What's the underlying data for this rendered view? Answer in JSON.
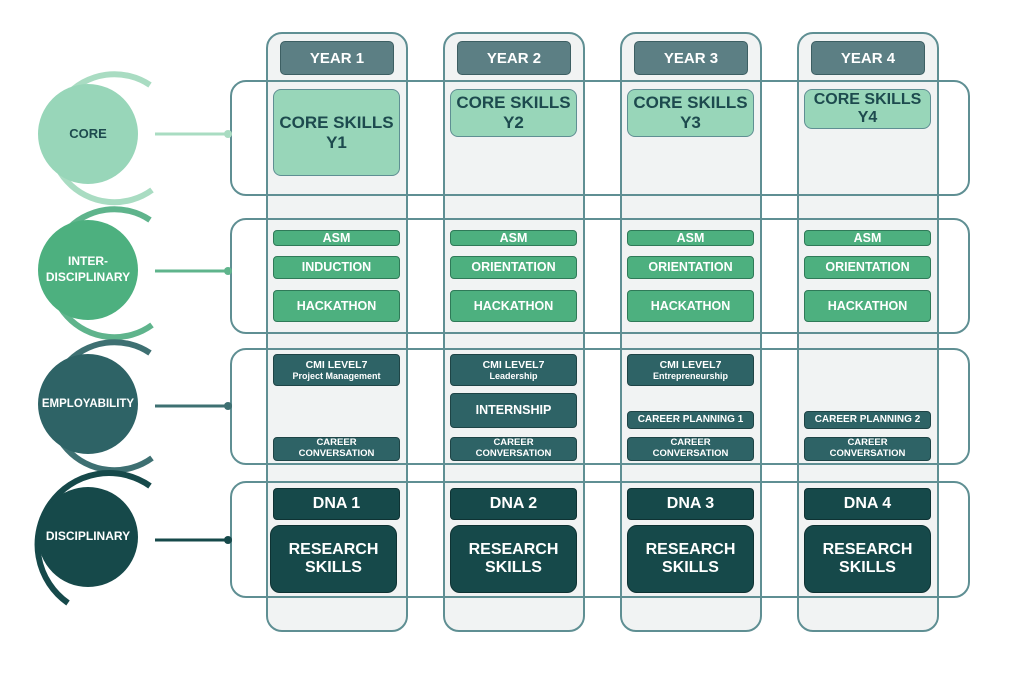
{
  "colors": {
    "core": "#98d6b9",
    "inter": "#4db07f",
    "employability": "#2e6366",
    "disciplinary": "#16494a",
    "year_header": "#5c7f84"
  },
  "rows": {
    "core": "CORE",
    "inter_line1": "INTER-",
    "inter_line2": "DISCIPLINARY",
    "employability": "EMPLOYABILITY",
    "disciplinary": "DISCIPLINARY"
  },
  "years": [
    {
      "header": "YEAR 1",
      "core_l1": "CORE SKILLS",
      "core_l2": "Y1",
      "asm": "ASM",
      "inter2": "INDUCTION",
      "hackathon": "HACKATHON",
      "cmi_title": "CMI LEVEL7",
      "cmi_sub": "Project Management",
      "internship": "",
      "career_planning": "",
      "cc_l1": "CAREER",
      "cc_l2": "CONVERSATION",
      "dna": "DNA 1",
      "rs_l1": "RESEARCH",
      "rs_l2": "SKILLS"
    },
    {
      "header": "YEAR 2",
      "core_l1": "CORE SKILLS",
      "core_l2": "Y2",
      "asm": "ASM",
      "inter2": "ORIENTATION",
      "hackathon": "HACKATHON",
      "cmi_title": "CMI LEVEL7",
      "cmi_sub": "Leadership",
      "internship": "INTERNSHIP",
      "career_planning": "",
      "cc_l1": "CAREER",
      "cc_l2": "CONVERSATION",
      "dna": "DNA 2",
      "rs_l1": "RESEARCH",
      "rs_l2": "SKILLS"
    },
    {
      "header": "YEAR 3",
      "core_l1": "CORE SKILLS",
      "core_l2": "Y3",
      "asm": "ASM",
      "inter2": "ORIENTATION",
      "hackathon": "HACKATHON",
      "cmi_title": "CMI LEVEL7",
      "cmi_sub": "Entrepreneurship",
      "internship": "",
      "career_planning": "CAREER PLANNING 1",
      "cc_l1": "CAREER",
      "cc_l2": "CONVERSATION",
      "dna": "DNA 3",
      "rs_l1": "RESEARCH",
      "rs_l2": "SKILLS"
    },
    {
      "header": "YEAR 4",
      "core_l1": "CORE SKILLS",
      "core_l2": "Y4",
      "asm": "ASM",
      "inter2": "ORIENTATION",
      "hackathon": "HACKATHON",
      "cmi_title": "",
      "cmi_sub": "",
      "internship": "",
      "career_planning": "CAREER PLANNING 2",
      "cc_l1": "CAREER",
      "cc_l2": "CONVERSATION",
      "dna": "DNA 4",
      "rs_l1": "RESEARCH",
      "rs_l2": "SKILLS"
    }
  ]
}
